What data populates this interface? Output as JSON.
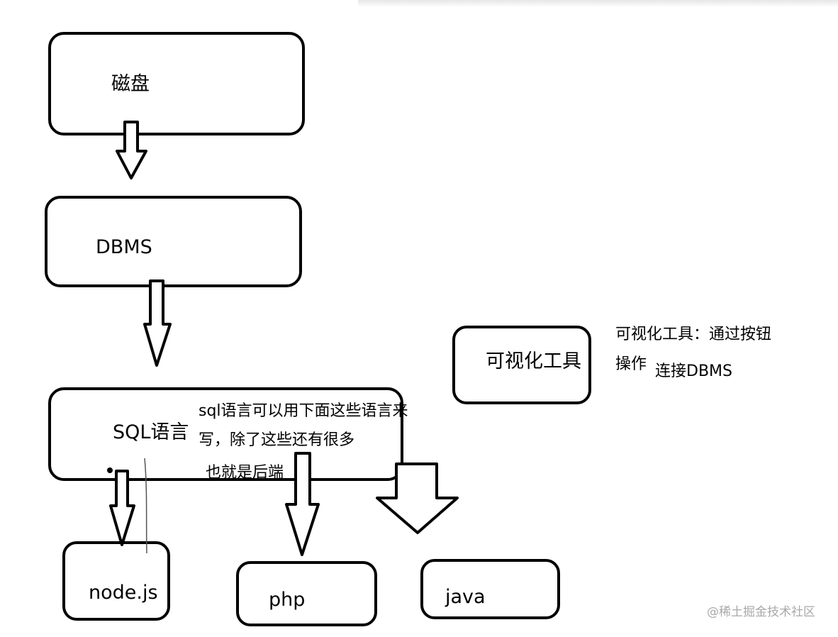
{
  "nodes": {
    "disk": "磁盘",
    "dbms": "DBMS",
    "sql": "SQL语言",
    "nodejs": "node.js",
    "php": "php",
    "java": "java",
    "visual_tool": "可视化工具"
  },
  "notes": {
    "sql_line1": "sql语言可以用下面这些语言来",
    "sql_line2": "写，除了这些还有很多",
    "backend": "也就是后端",
    "tool_line1": "可视化工具：通过按钮",
    "tool_line2": "操作",
    "tool_line3": "连接DBMS"
  },
  "watermark": "@稀土掘金技术社区"
}
